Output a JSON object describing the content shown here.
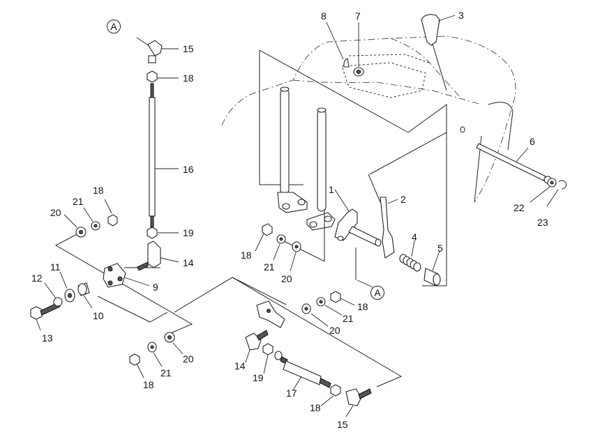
{
  "diagram": {
    "callouts": [
      {
        "id": "c3",
        "text": "3"
      },
      {
        "id": "c7",
        "text": "7"
      },
      {
        "id": "c8",
        "text": "8"
      },
      {
        "id": "c6",
        "text": "6"
      },
      {
        "id": "c22",
        "text": "22"
      },
      {
        "id": "c23",
        "text": "23"
      },
      {
        "id": "c1",
        "text": "1"
      },
      {
        "id": "c2",
        "text": "2"
      },
      {
        "id": "c4",
        "text": "4"
      },
      {
        "id": "c5",
        "text": "5"
      },
      {
        "id": "c15a",
        "text": "15"
      },
      {
        "id": "c18a",
        "text": "18"
      },
      {
        "id": "c16",
        "text": "16"
      },
      {
        "id": "c19a",
        "text": "19"
      },
      {
        "id": "c14a",
        "text": "14"
      },
      {
        "id": "c9",
        "text": "9"
      },
      {
        "id": "c21a",
        "text": "21"
      },
      {
        "id": "c18b",
        "text": "18"
      },
      {
        "id": "c20a",
        "text": "20"
      },
      {
        "id": "c11",
        "text": "11"
      },
      {
        "id": "c12",
        "text": "12"
      },
      {
        "id": "c10",
        "text": "10"
      },
      {
        "id": "c13",
        "text": "13"
      },
      {
        "id": "c18c",
        "text": "18"
      },
      {
        "id": "c21b",
        "text": "21"
      },
      {
        "id": "c20b",
        "text": "20"
      },
      {
        "id": "c18d",
        "text": "18"
      },
      {
        "id": "c21c",
        "text": "21"
      },
      {
        "id": "c20c",
        "text": "20"
      },
      {
        "id": "c20d",
        "text": "20"
      },
      {
        "id": "c21d",
        "text": "21"
      },
      {
        "id": "c18e",
        "text": "18"
      },
      {
        "id": "c14b",
        "text": "14"
      },
      {
        "id": "c19b",
        "text": "19"
      },
      {
        "id": "c17",
        "text": "17"
      },
      {
        "id": "c18f",
        "text": "18"
      },
      {
        "id": "c15b",
        "text": "15"
      }
    ],
    "reference_markers": [
      {
        "id": "refA1",
        "text": "A"
      },
      {
        "id": "refA2",
        "text": "A"
      }
    ]
  }
}
